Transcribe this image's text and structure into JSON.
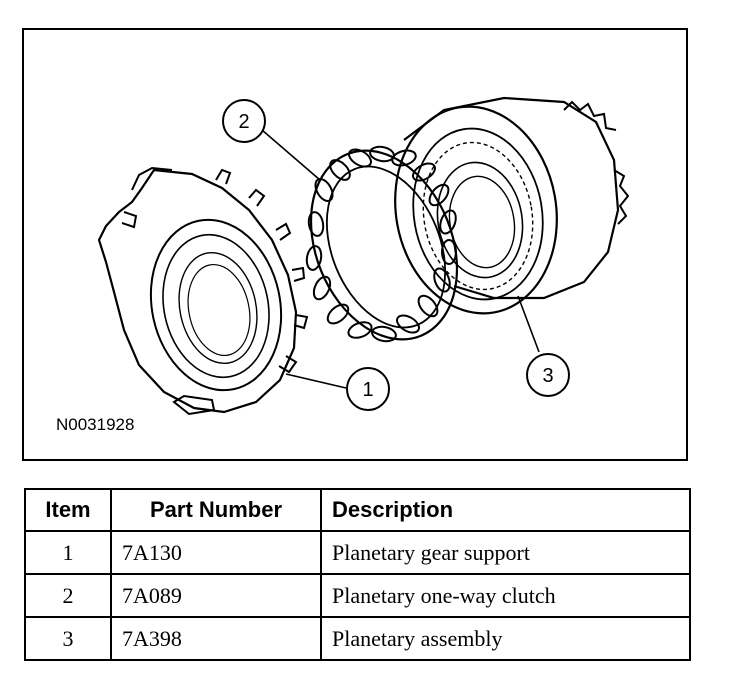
{
  "figure": {
    "id_label": "N0031928",
    "callouts": [
      "1",
      "2",
      "3"
    ]
  },
  "parts_table": {
    "headers": [
      "Item",
      "Part Number",
      "Description"
    ],
    "rows": [
      {
        "item": "1",
        "part_number": "7A130",
        "description": "Planetary gear support"
      },
      {
        "item": "2",
        "part_number": "7A089",
        "description": "Planetary one-way clutch"
      },
      {
        "item": "3",
        "part_number": "7A398",
        "description": "Planetary assembly"
      }
    ]
  }
}
